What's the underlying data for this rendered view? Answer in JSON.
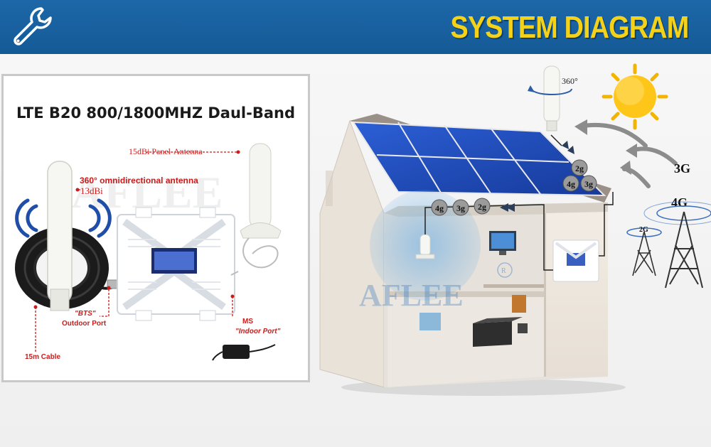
{
  "header": {
    "title": "SYSTEM DIAGRAM",
    "icon": "wrench-icon",
    "bg_color": "#1d67a8",
    "title_color": "#f4d21a"
  },
  "product_panel": {
    "title": "LTE B20 800/1800MHZ Daul-Band",
    "labels": {
      "panel_antenna": "15dBi Panel-Antenna",
      "omni_antenna": "360° omnidirectional antenna",
      "omni_gain": "13dBi",
      "bts": "\"BTS\"",
      "outdoor_port": "Outdoor Port",
      "ms": "MS",
      "indoor_port": "\"Indoor Port\"",
      "cable": "15m Cable"
    },
    "label_color": "#cc1b1b"
  },
  "house_diagram": {
    "rotation_label": "360°",
    "roof_badges": [
      "2g",
      "4g",
      "3g"
    ],
    "indoor_badges": [
      "4g",
      "3g",
      "2g"
    ],
    "towers": [
      "2G",
      "4G"
    ],
    "signal_labels": [
      "3G",
      "4G"
    ],
    "watermark": "AFLEE"
  }
}
